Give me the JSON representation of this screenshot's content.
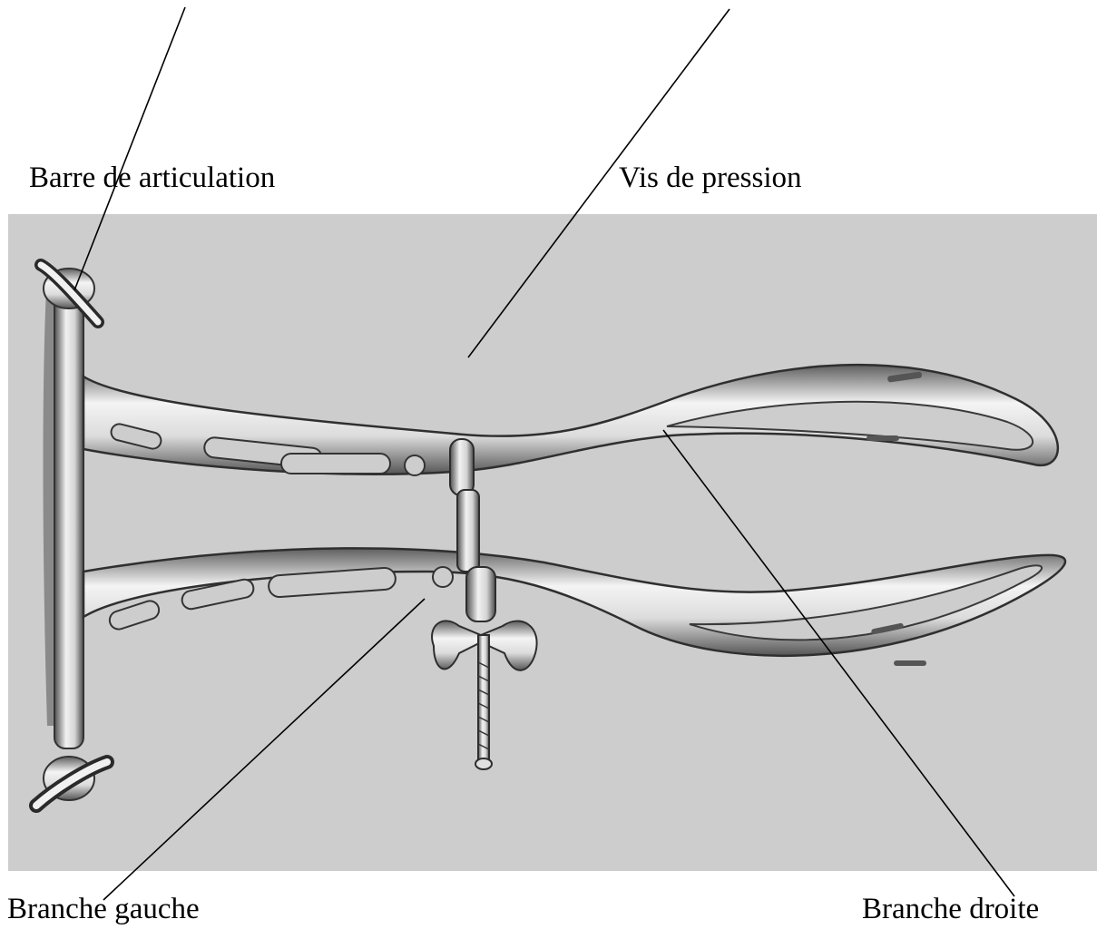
{
  "labels": {
    "barre_de_articulation": "Barre de articulation",
    "vis_de_pression": "Vis de pression",
    "branche_gauche": "Branche gauche",
    "branche_droite": "Branche droite"
  },
  "colors": {
    "background": "#ffffff",
    "photo_background": "#cdcdcd",
    "metal_light": "#ececec",
    "metal_shadow": "#6f6f6f",
    "leader_line": "#000000"
  }
}
